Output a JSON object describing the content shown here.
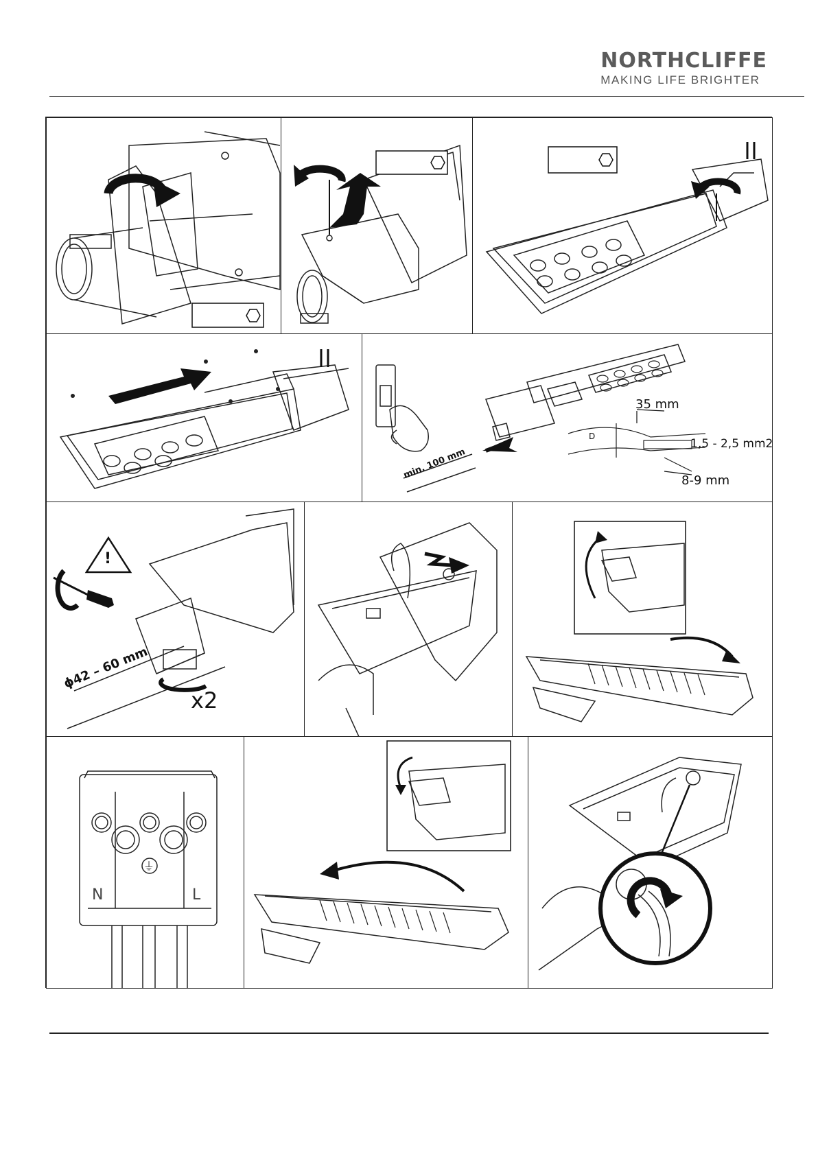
{
  "brand": {
    "name": "NORTHCLIFFE",
    "tagline": "MAKING LIFE BRIGHTER"
  },
  "steps": {
    "cable_min_length": "min. 100 mm",
    "strip_length": "35 mm",
    "wire_section": "1,5 - 2,5 mm2",
    "core_strip": "8-9 mm",
    "diameter_symbol": "D",
    "pole_diameter": "ϕ42 – 60 mm",
    "bolt_count": "x2",
    "warning_symbol": "!",
    "terminal_labels": [
      "N",
      "⏚",
      "L"
    ]
  },
  "icons": [
    "hex-key-icon",
    "rotate-arrow-icon",
    "lift-arrow-icon",
    "power-switch-icon",
    "warning-icon",
    "screwdriver-icon"
  ]
}
